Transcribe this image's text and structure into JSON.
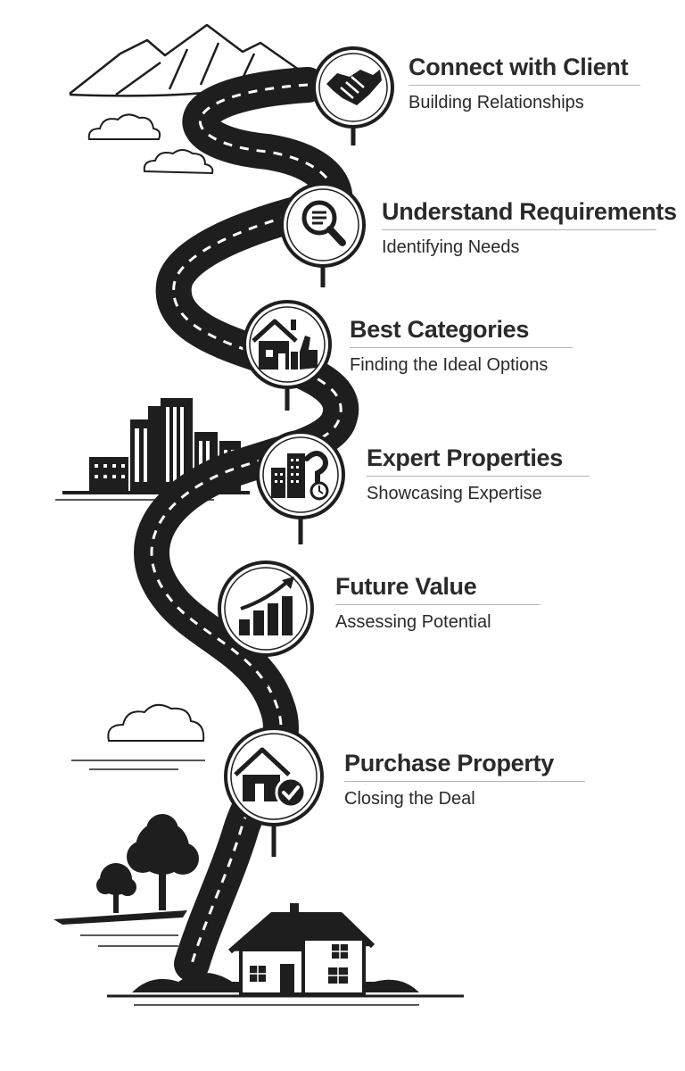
{
  "steps": [
    {
      "title": "Connect with Client",
      "subtitle": "Building Relationships",
      "icon": "handshake-icon"
    },
    {
      "title": "Understand Requirements",
      "subtitle": "Identifying Needs",
      "icon": "magnifier-icon"
    },
    {
      "title": "Best Categories",
      "subtitle": "Finding the Ideal Options",
      "icon": "house-thumbs-up-icon"
    },
    {
      "title": "Expert Properties",
      "subtitle": "Showcasing Expertise",
      "icon": "buildings-question-icon"
    },
    {
      "title": "Future Value",
      "subtitle": "Assessing Potential",
      "icon": "growth-chart-icon"
    },
    {
      "title": "Purchase Property",
      "subtitle": "Closing the Deal",
      "icon": "house-check-icon"
    }
  ],
  "colors": {
    "ink": "#1e1e1e",
    "background": "#ffffff",
    "text": "#2a2a2a"
  }
}
